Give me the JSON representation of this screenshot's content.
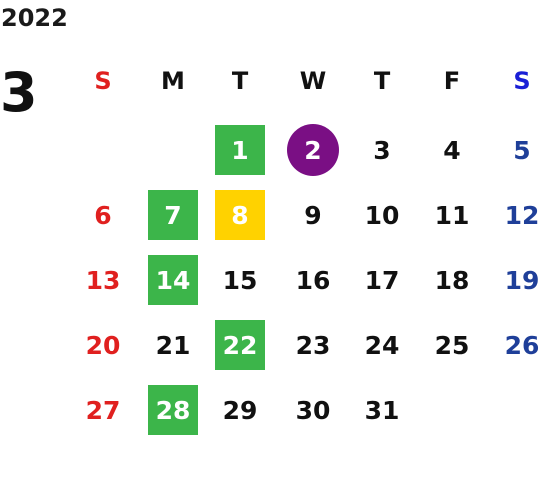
{
  "calendar": {
    "year": "2022",
    "month": "3",
    "weekdays": [
      "S",
      "M",
      "T",
      "W",
      "T",
      "F",
      "S"
    ],
    "first_weekday_index": 2,
    "days": [
      "1",
      "2",
      "3",
      "4",
      "5",
      "6",
      "7",
      "8",
      "9",
      "10",
      "11",
      "12",
      "13",
      "14",
      "15",
      "16",
      "17",
      "18",
      "19",
      "20",
      "21",
      "22",
      "23",
      "24",
      "25",
      "26",
      "27",
      "28",
      "29",
      "30",
      "31"
    ],
    "highlighted_green_days": [
      "1",
      "7",
      "14",
      "22",
      "28"
    ],
    "highlighted_yellow_days": [
      "8"
    ],
    "circled_days": [
      "2"
    ]
  },
  "colors": {
    "sunday": "#e0201f",
    "saturday_weekday_label": "#1a1fd6",
    "saturday_day": "#1f3f99",
    "default_text": "#111111",
    "green_highlight": "#3cb54a",
    "yellow_highlight": "#ffd200",
    "circle_highlight": "#7a0f84",
    "highlight_text": "#ffffff"
  }
}
